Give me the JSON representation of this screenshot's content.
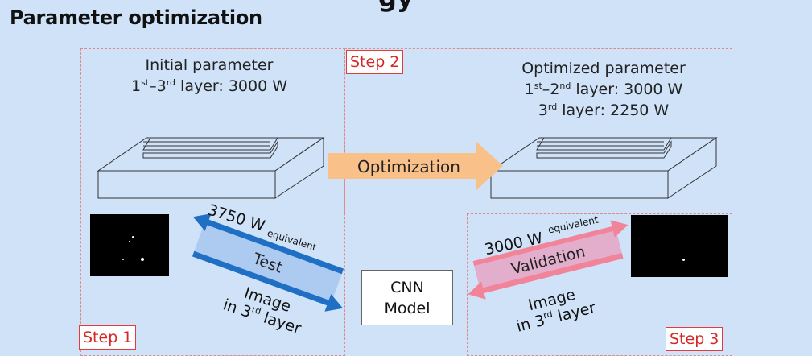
{
  "heading_cut": "gy",
  "title": "Parameter optimization",
  "steps": {
    "step1": "Step 1",
    "step2": "Step 2",
    "step3": "Step 3"
  },
  "initial": {
    "line1": "Initial parameter",
    "line2_prefix": "1",
    "line2_sup1": "st",
    "line2_mid": "–3",
    "line2_sup2": "rd",
    "line2_suffix": " layer: 3000 W"
  },
  "optimized": {
    "line1": "Optimized parameter",
    "line2_prefix": "1",
    "line2_sup1": "st",
    "line2_mid": "–2",
    "line2_sup2": "nd",
    "line2_suffix": " layer: 3000 W",
    "line3_prefix": "3",
    "line3_sup": "rd",
    "line3_suffix": " layer: 2250 W"
  },
  "optimization_label": "Optimization",
  "test": {
    "power": "3750 W",
    "equivalent": "equivalent",
    "label": "Test",
    "image": "Image",
    "layer_prefix": "in 3",
    "layer_sup": "rd",
    "layer_suffix": " layer"
  },
  "validation": {
    "power": "3000 W",
    "equivalent": "equivalent",
    "label": "Validation",
    "image": "Image",
    "layer_prefix": "in 3",
    "layer_sup": "rd",
    "layer_suffix": " layer"
  },
  "cnn": {
    "line1": "CNN",
    "line2": "Model"
  },
  "colors": {
    "background": "#cfe2f8",
    "step_red": "#d62626",
    "optimization_arrow": "#f9c08a",
    "test_arrow": "#1f6fc4",
    "validation_arrow": "#f2849a"
  }
}
